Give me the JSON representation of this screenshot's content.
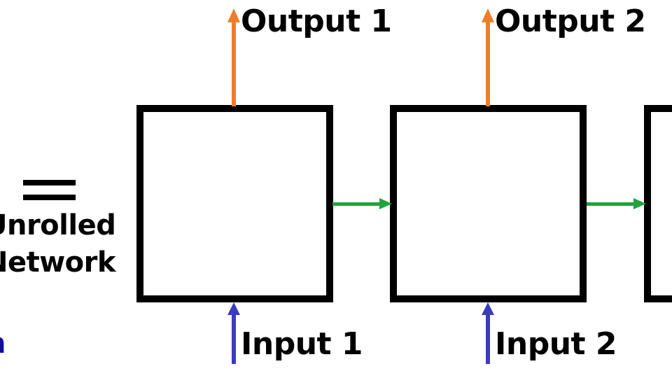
{
  "diagram": {
    "title": "Unrolled Network",
    "left_caption": {
      "equals_symbol": "=",
      "line_1": "Unrolled",
      "line_2": "Network",
      "clipped_glyph_below": "n"
    },
    "cells": [
      {
        "id": "cell-1",
        "label": ""
      },
      {
        "id": "cell-2",
        "label": ""
      },
      {
        "id": "cell-3",
        "label": ""
      }
    ],
    "outputs": [
      {
        "label": "Output 1",
        "arrow": "up-arrow-icon",
        "color": "#ee7d2b"
      },
      {
        "label": "Output 2",
        "arrow": "up-arrow-icon",
        "color": "#ee7d2b"
      }
    ],
    "inputs": [
      {
        "label": "Input 1",
        "arrow": "up-arrow-icon",
        "color": "#3b3bc0"
      },
      {
        "label": "Input 2",
        "arrow": "up-arrow-icon",
        "color": "#3b3bc0"
      }
    ],
    "recurrent_arrows": [
      {
        "from": "cell-1",
        "to": "cell-2",
        "arrow": "right-arrow-icon",
        "color": "#21a33c"
      },
      {
        "from": "cell-2",
        "to": "cell-3",
        "arrow": "right-arrow-icon",
        "color": "#21a33c"
      }
    ],
    "colors": {
      "output_arrow": "#ee7d2b",
      "input_arrow": "#3b3bc0",
      "recurrent_arrow": "#21a33c",
      "cell_border": "#000000",
      "background": "#ffffff",
      "text": "#000000"
    }
  }
}
